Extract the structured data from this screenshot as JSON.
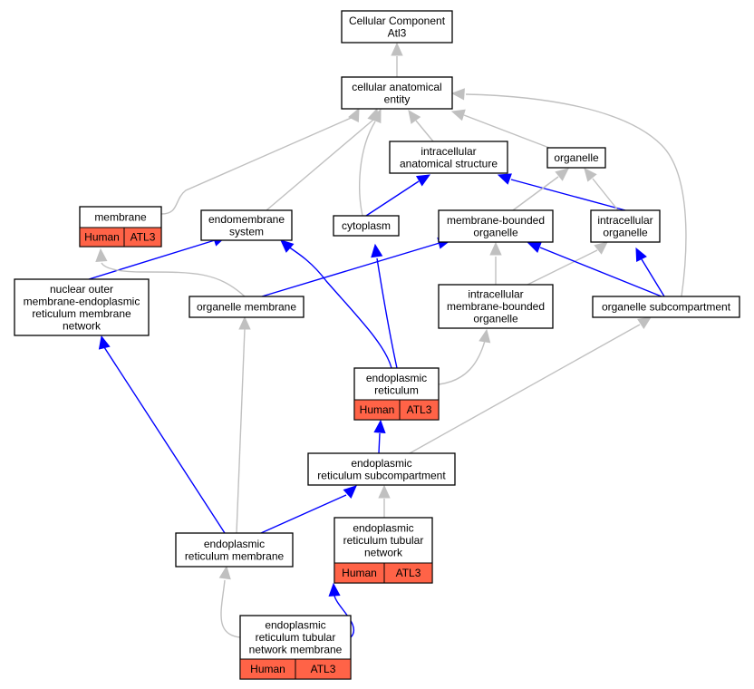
{
  "diagram": {
    "colors": {
      "is_a_edge": "#c0c0c0",
      "part_of_edge": "#0000ff",
      "annotation_cell": "#ff6347",
      "node_border": "#000000",
      "node_fill": "#ffffff"
    },
    "nodes": [
      {
        "id": "root",
        "lines": [
          "Cellular Component",
          "Atl3"
        ]
      },
      {
        "id": "cae",
        "lines": [
          "cellular anatomical",
          "entity"
        ]
      },
      {
        "id": "ias",
        "lines": [
          "intracellular",
          "anatomical structure"
        ]
      },
      {
        "id": "organelle",
        "lines": [
          "organelle"
        ]
      },
      {
        "id": "membrane",
        "lines": [
          "membrane"
        ],
        "cells": [
          "Human",
          "ATL3"
        ]
      },
      {
        "id": "endo",
        "lines": [
          "endomembrane",
          "system"
        ]
      },
      {
        "id": "cyto",
        "lines": [
          "cytoplasm"
        ]
      },
      {
        "id": "mbo",
        "lines": [
          "membrane-bounded",
          "organelle"
        ]
      },
      {
        "id": "io",
        "lines": [
          "intracellular",
          "organelle"
        ]
      },
      {
        "id": "nuc",
        "lines": [
          "nuclear outer",
          "membrane-endoplasmic",
          "reticulum membrane",
          "network"
        ]
      },
      {
        "id": "om",
        "lines": [
          "organelle membrane"
        ]
      },
      {
        "id": "imbo",
        "lines": [
          "intracellular",
          "membrane-bounded",
          "organelle"
        ]
      },
      {
        "id": "osc",
        "lines": [
          "organelle subcompartment"
        ]
      },
      {
        "id": "er",
        "lines": [
          "endoplasmic",
          "reticulum"
        ],
        "cells": [
          "Human",
          "ATL3"
        ]
      },
      {
        "id": "ersc",
        "lines": [
          "endoplasmic",
          "reticulum subcompartment"
        ]
      },
      {
        "id": "erm",
        "lines": [
          "endoplasmic",
          "reticulum membrane"
        ]
      },
      {
        "id": "ertn",
        "lines": [
          "endoplasmic",
          "reticulum tubular",
          "network"
        ],
        "cells": [
          "Human",
          "ATL3"
        ]
      },
      {
        "id": "ertnm",
        "lines": [
          "endoplasmic",
          "reticulum tubular",
          "network membrane"
        ],
        "cells": [
          "Human",
          "ATL3"
        ]
      }
    ],
    "edges": [
      {
        "from": "cae",
        "to": "root",
        "kind": "is_a"
      },
      {
        "from": "ias",
        "to": "cae",
        "kind": "is_a"
      },
      {
        "from": "organelle",
        "to": "cae",
        "kind": "is_a"
      },
      {
        "from": "membrane",
        "to": "cae",
        "kind": "is_a"
      },
      {
        "from": "endo",
        "to": "cae",
        "kind": "is_a"
      },
      {
        "from": "cyto",
        "to": "cae",
        "kind": "is_a"
      },
      {
        "from": "osc",
        "to": "cae",
        "kind": "is_a"
      },
      {
        "from": "cyto",
        "to": "ias",
        "kind": "part_of"
      },
      {
        "from": "io",
        "to": "ias",
        "kind": "part_of"
      },
      {
        "from": "mbo",
        "to": "organelle",
        "kind": "is_a"
      },
      {
        "from": "io",
        "to": "organelle",
        "kind": "is_a"
      },
      {
        "from": "nuc",
        "to": "endo",
        "kind": "part_of"
      },
      {
        "from": "om",
        "to": "membrane",
        "kind": "is_a"
      },
      {
        "from": "om",
        "to": "mbo",
        "kind": "part_of"
      },
      {
        "from": "imbo",
        "to": "mbo",
        "kind": "is_a"
      },
      {
        "from": "imbo",
        "to": "io",
        "kind": "is_a"
      },
      {
        "from": "osc",
        "to": "mbo",
        "kind": "part_of"
      },
      {
        "from": "osc",
        "to": "io",
        "kind": "part_of"
      },
      {
        "from": "er",
        "to": "endo",
        "kind": "part_of"
      },
      {
        "from": "er",
        "to": "cyto",
        "kind": "part_of"
      },
      {
        "from": "er",
        "to": "imbo",
        "kind": "is_a"
      },
      {
        "from": "ersc",
        "to": "er",
        "kind": "part_of"
      },
      {
        "from": "ersc",
        "to": "osc",
        "kind": "is_a"
      },
      {
        "from": "erm",
        "to": "nuc",
        "kind": "part_of"
      },
      {
        "from": "erm",
        "to": "om",
        "kind": "is_a"
      },
      {
        "from": "erm",
        "to": "ersc",
        "kind": "part_of"
      },
      {
        "from": "ertn",
        "to": "ersc",
        "kind": "is_a"
      },
      {
        "from": "ertnm",
        "to": "erm",
        "kind": "is_a"
      },
      {
        "from": "ertnm",
        "to": "ertn",
        "kind": "part_of"
      }
    ]
  }
}
